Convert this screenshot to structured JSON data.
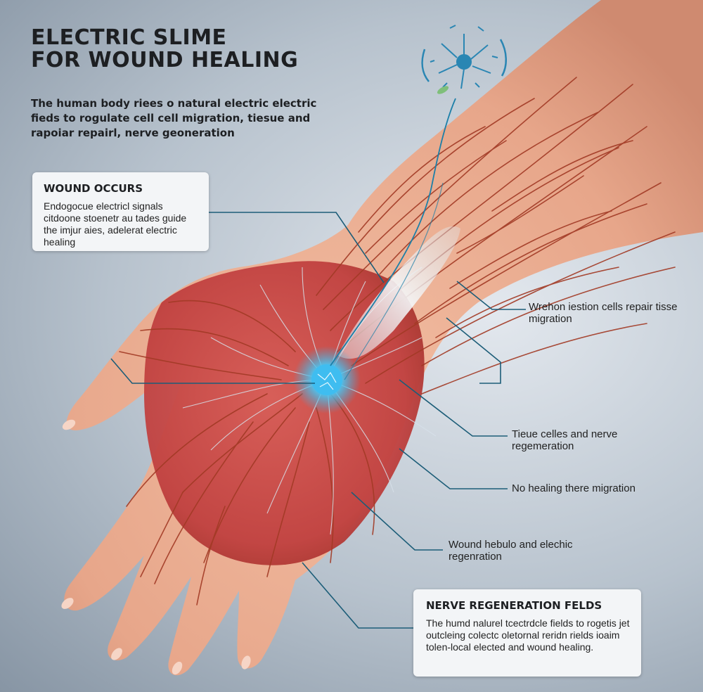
{
  "title": {
    "line1": "ELECTRIC SLIME",
    "line2": "FOR WOUND HEALING"
  },
  "intro": "The human body riees o natural electric electric fieds to rogulate cell cell migration, tiesue and rapoiar repairl, nerve geoneration",
  "wound_card": {
    "heading": "WOUND OCCURS",
    "body": "Endogocue electricl signals citdoone stoenetr au tades guide the imjur aies, adelerat electric healing"
  },
  "labels": {
    "wound_migration": "Wrehon iestion cells repair tisse migration",
    "tissue_cells": "Tieue celles and nerve regemeration",
    "no_healing": "No healing there migration",
    "wound_regeneration": "Wound hebulo and elechic regenration"
  },
  "nerve_card": {
    "heading": "NERVE REGENERATION FELDS",
    "body": "The humd nalurel tcectrdcle fields to rogetis jet outcleing colectc oletornal reridn rields ioaim tolen-local elected and wound healing."
  },
  "colors": {
    "background": "#b7c2cd",
    "skin": "#e9a98e",
    "wound": "#c84a48",
    "vessel": "#a23a25",
    "nerve": "#1c5d78",
    "glow": "#2fb6ea"
  }
}
